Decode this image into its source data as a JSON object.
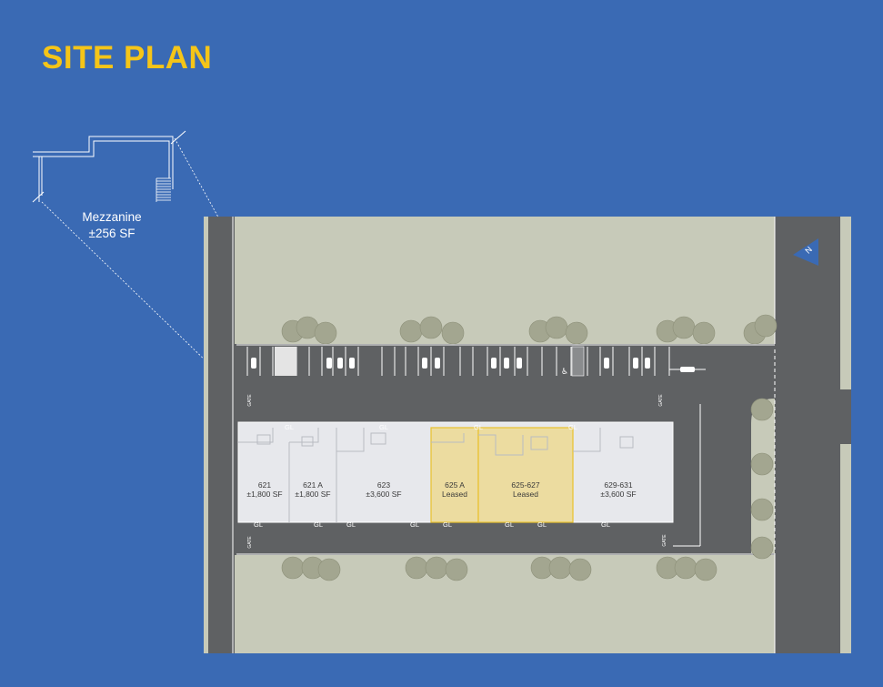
{
  "title": "SITE PLAN",
  "mezzanine": {
    "label": "Mezzanine",
    "size": "±256 SF"
  },
  "north_label": "N",
  "units": [
    {
      "name": "621",
      "size": "±1,800 SF",
      "leased": false
    },
    {
      "name": "621 A",
      "size": "±1,800 SF",
      "leased": false
    },
    {
      "name": "623",
      "size": "±3,600 SF",
      "leased": false
    },
    {
      "name": "625 A",
      "size": "Leased",
      "leased": true
    },
    {
      "name": "625-627",
      "size": "Leased",
      "leased": true
    },
    {
      "name": "629-631",
      "size": "±3,600 SF",
      "leased": false
    }
  ],
  "gl_label": "GL",
  "gate_label": "GATE",
  "colors": {
    "background": "#3a6ab4",
    "title": "#f5c518",
    "road": "#5f6163",
    "lawn": "#c7cab9",
    "building": "#e7e8ec",
    "leased_fill": "#ecdca0",
    "leased_outline": "#e8c02c",
    "north_arrow": "#3a6ab4"
  }
}
